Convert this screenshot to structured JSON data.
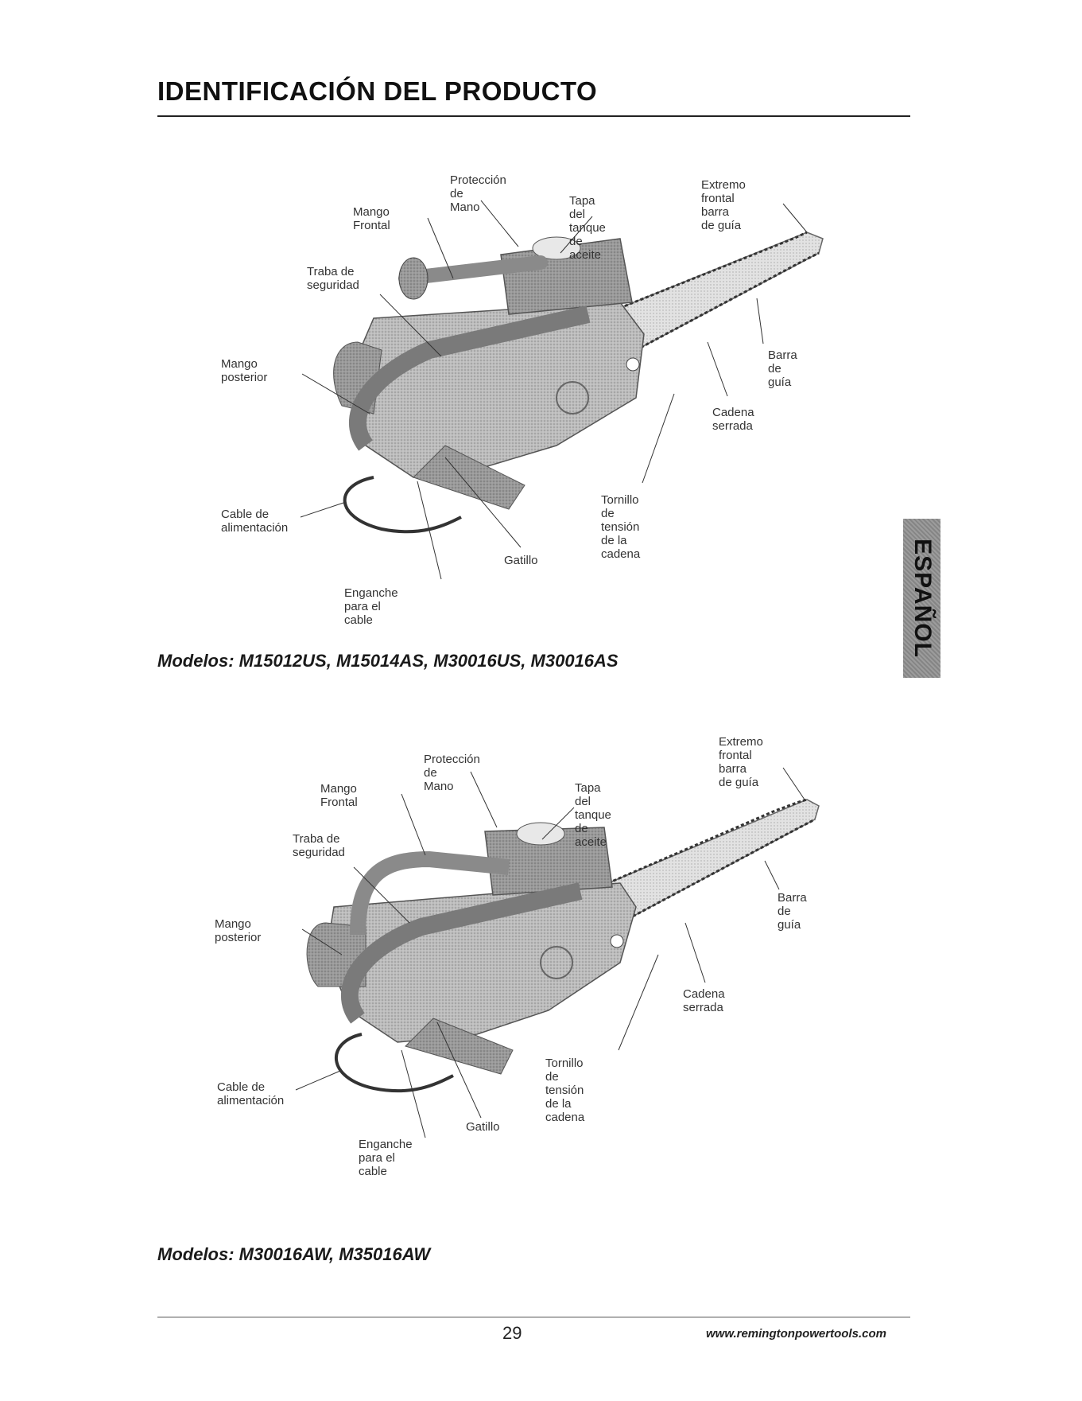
{
  "header": {
    "title": "IDENTIFICACIÓN DEL PRODUCTO"
  },
  "side_tab": {
    "label": "ESPAÑOL"
  },
  "diagram1": {
    "labels": {
      "proteccion": "Protección de\nMano",
      "mango_frontal": "Mango Frontal",
      "tapa": "Tapa del tanque\nde aceite",
      "extremo": "Extremo frontal  barra\nde guía",
      "traba": "Traba de\nseguridad",
      "mango_posterior": "Mango posterior",
      "barra": "Barra de guía",
      "cadena": "Cadena serrada",
      "tornillo": "Tornillo de tensión de la cadena",
      "cable": "Cable de\nalimentación",
      "gatillo": "Gatillo",
      "enganche": "Enganche para el cable"
    },
    "models": "Modelos: M15012US, M15014AS, M30016US, M30016AS"
  },
  "diagram2": {
    "labels": {
      "extremo": "Extremo frontal  barra\nde guía",
      "proteccion": "Protección de\nMano",
      "mango_frontal": "Mango Frontal",
      "tapa": "Tapa del tanque\nde aceite",
      "traba": "Traba de\nseguridad",
      "barra": "Barra de guía",
      "mango_posterior": "Mango posterior",
      "cadena": "Cadena serrada",
      "tornillo": "Tornillo de tensión de la cadena",
      "cable": "Cable de\nalimentación",
      "gatillo": "Gatillo",
      "enganche": "Enganche para el\ncable"
    },
    "models": "Modelos: M30016AW, M35016AW"
  },
  "footer": {
    "page_number": "29",
    "website": "www.remingtonpowertools.com"
  }
}
